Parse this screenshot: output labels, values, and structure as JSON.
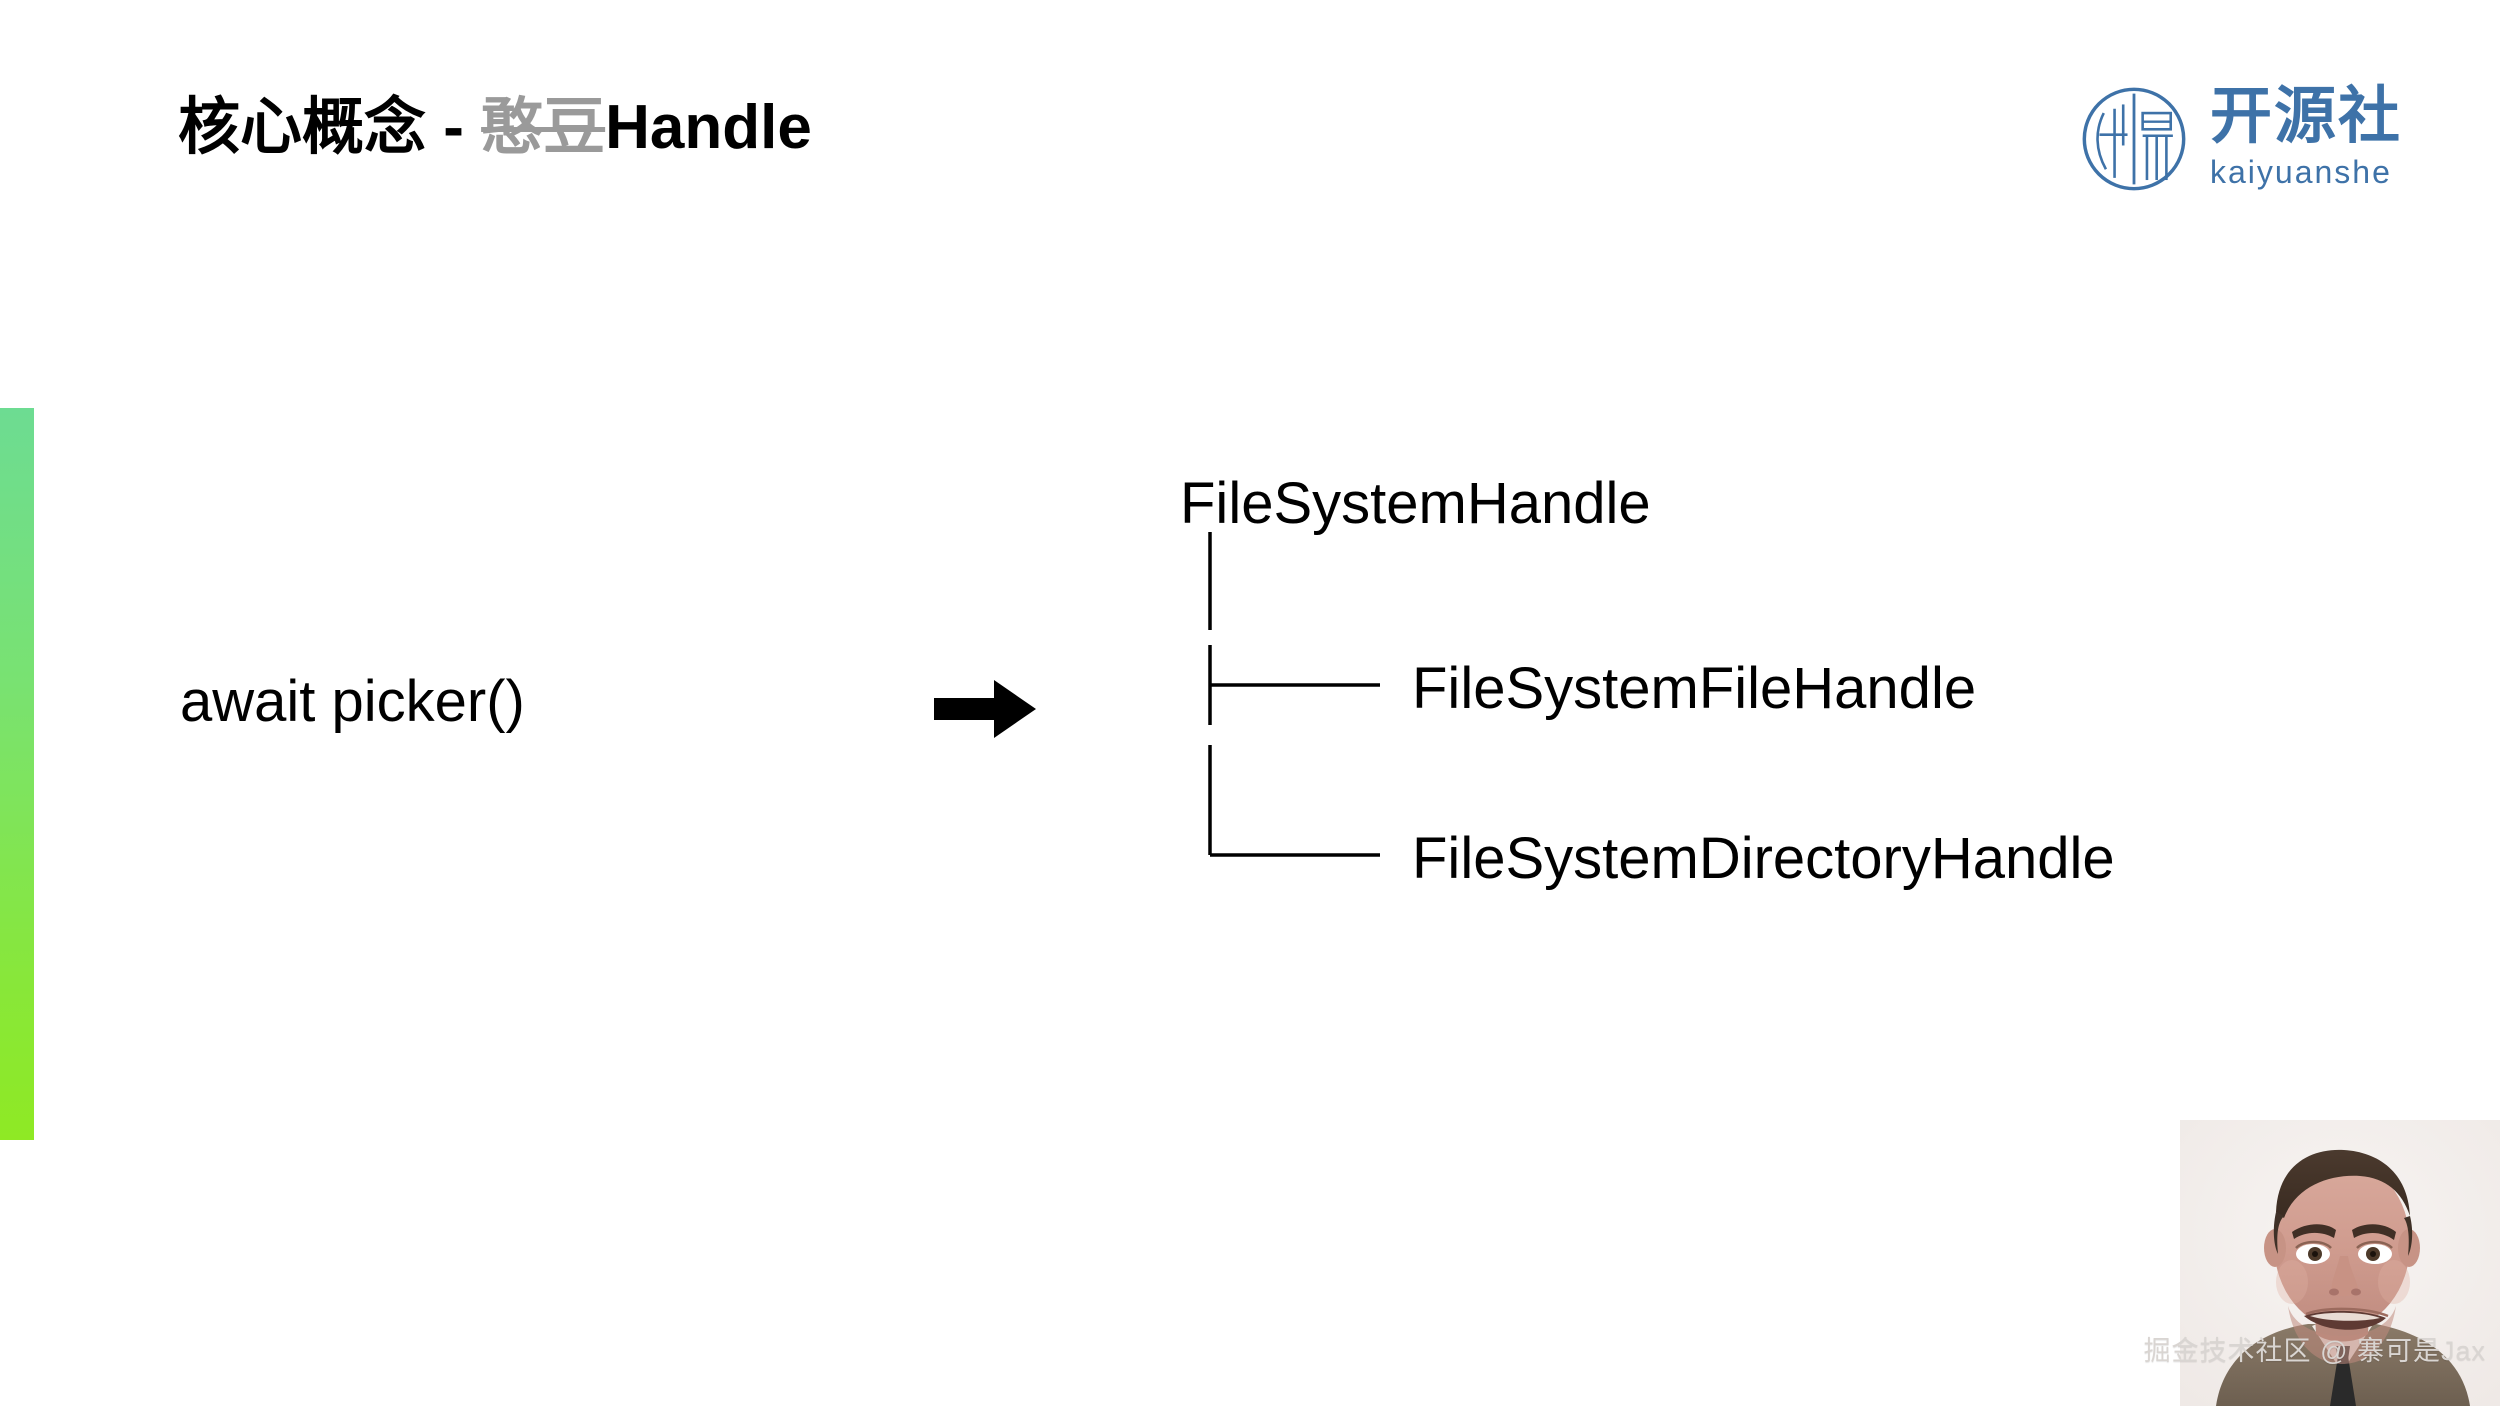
{
  "slide": {
    "background_color": "#ffffff",
    "accent_bar": {
      "gradient_start": "#6ddc92",
      "gradient_end": "#8fe924"
    }
  },
  "header": {
    "title_prefix": "核心概念 - ",
    "title_struck": "憨豆",
    "title_suffix": "Handle",
    "title_full": "核心概念 - 憨豆Handle",
    "struck_color": "#9a9a9a"
  },
  "logo": {
    "name_cn": "开源社",
    "name_en": "kaiyuanshe",
    "color": "#3e72a8",
    "mark_icon": "kaiyuanshe-circular-emblem"
  },
  "content": {
    "expression": "await picker()",
    "arrow_icon": "right-arrow-icon",
    "tree": {
      "root": "FileSystemHandle",
      "children": [
        "FileSystemFileHandle",
        "FileSystemDirectoryHandle"
      ]
    }
  },
  "footer": {
    "photo_alt": "mr-bean-portrait",
    "watermark": "掘金技术社区 @ 寨可是Jax",
    "watermark_color": "#d9d5d2"
  }
}
